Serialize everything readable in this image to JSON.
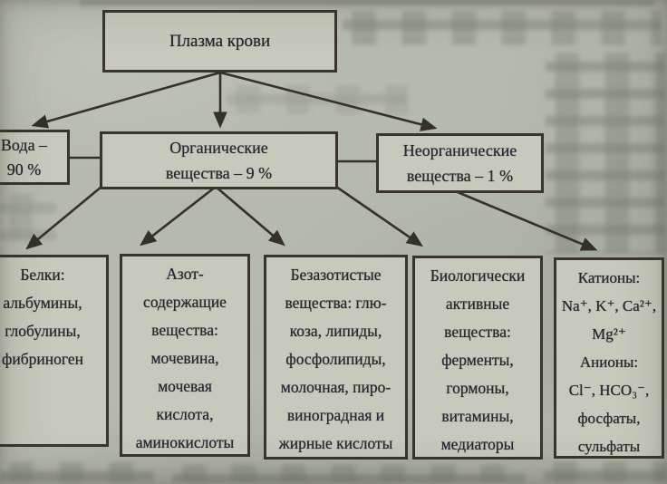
{
  "diagram": {
    "root": {
      "id": "plasma",
      "label": "Плазма крови"
    },
    "level2": [
      {
        "id": "water",
        "lines": [
          "Вода –",
          "90 %"
        ]
      },
      {
        "id": "organic",
        "lines": [
          "Органические",
          "вещества – 9 %"
        ]
      },
      {
        "id": "inorganic",
        "lines": [
          "Неорганические",
          "вещества – 1 %"
        ]
      }
    ],
    "level3": [
      {
        "id": "proteins",
        "lines": [
          "Белки:",
          "альбумины,",
          "глобулины,",
          "фибриноген"
        ]
      },
      {
        "id": "nitrogenous",
        "lines": [
          "Азот-",
          "содержащие",
          "вещества:",
          "мочевина,",
          "мочевая",
          "кислота,",
          "аминокислоты"
        ]
      },
      {
        "id": "nitrogen-free",
        "lines": [
          "Безазотистые",
          "вещества: глю-",
          "коза, липиды,",
          "фосфолипиды,",
          "молочная, пиро-",
          "виноградная и",
          "жирные кислоты"
        ]
      },
      {
        "id": "bioactive",
        "lines": [
          "Биологически",
          "активные",
          "вещества:",
          "ферменты,",
          "гормоны,",
          "витамины,",
          "медиаторы"
        ]
      },
      {
        "id": "ions",
        "lines": [
          "Катионы:",
          "Na⁺, K⁺, Ca²⁺,",
          "Mg²⁺",
          "Анионы:",
          "Cl⁻, HCO₃⁻,",
          "фосфаты,",
          "сульфаты"
        ]
      }
    ],
    "edges": [
      {
        "from": "plasma",
        "to": "water",
        "type": "arrow"
      },
      {
        "from": "plasma",
        "to": "organic",
        "type": "arrow"
      },
      {
        "from": "plasma",
        "to": "inorganic",
        "type": "arrow"
      },
      {
        "from": "water",
        "to": "organic",
        "type": "link"
      },
      {
        "from": "organic",
        "to": "inorganic",
        "type": "link"
      },
      {
        "from": "organic",
        "to": "proteins",
        "type": "arrow"
      },
      {
        "from": "organic",
        "to": "nitrogenous",
        "type": "arrow"
      },
      {
        "from": "organic",
        "to": "nitrogen-free",
        "type": "arrow"
      },
      {
        "from": "organic",
        "to": "bioactive",
        "type": "arrow"
      },
      {
        "from": "inorganic",
        "to": "ions",
        "type": "arrow"
      }
    ],
    "colors": {
      "paper": "#b6baad",
      "box_fill": "#c6c9bb",
      "line": "#39352d",
      "text": "#262530"
    }
  }
}
